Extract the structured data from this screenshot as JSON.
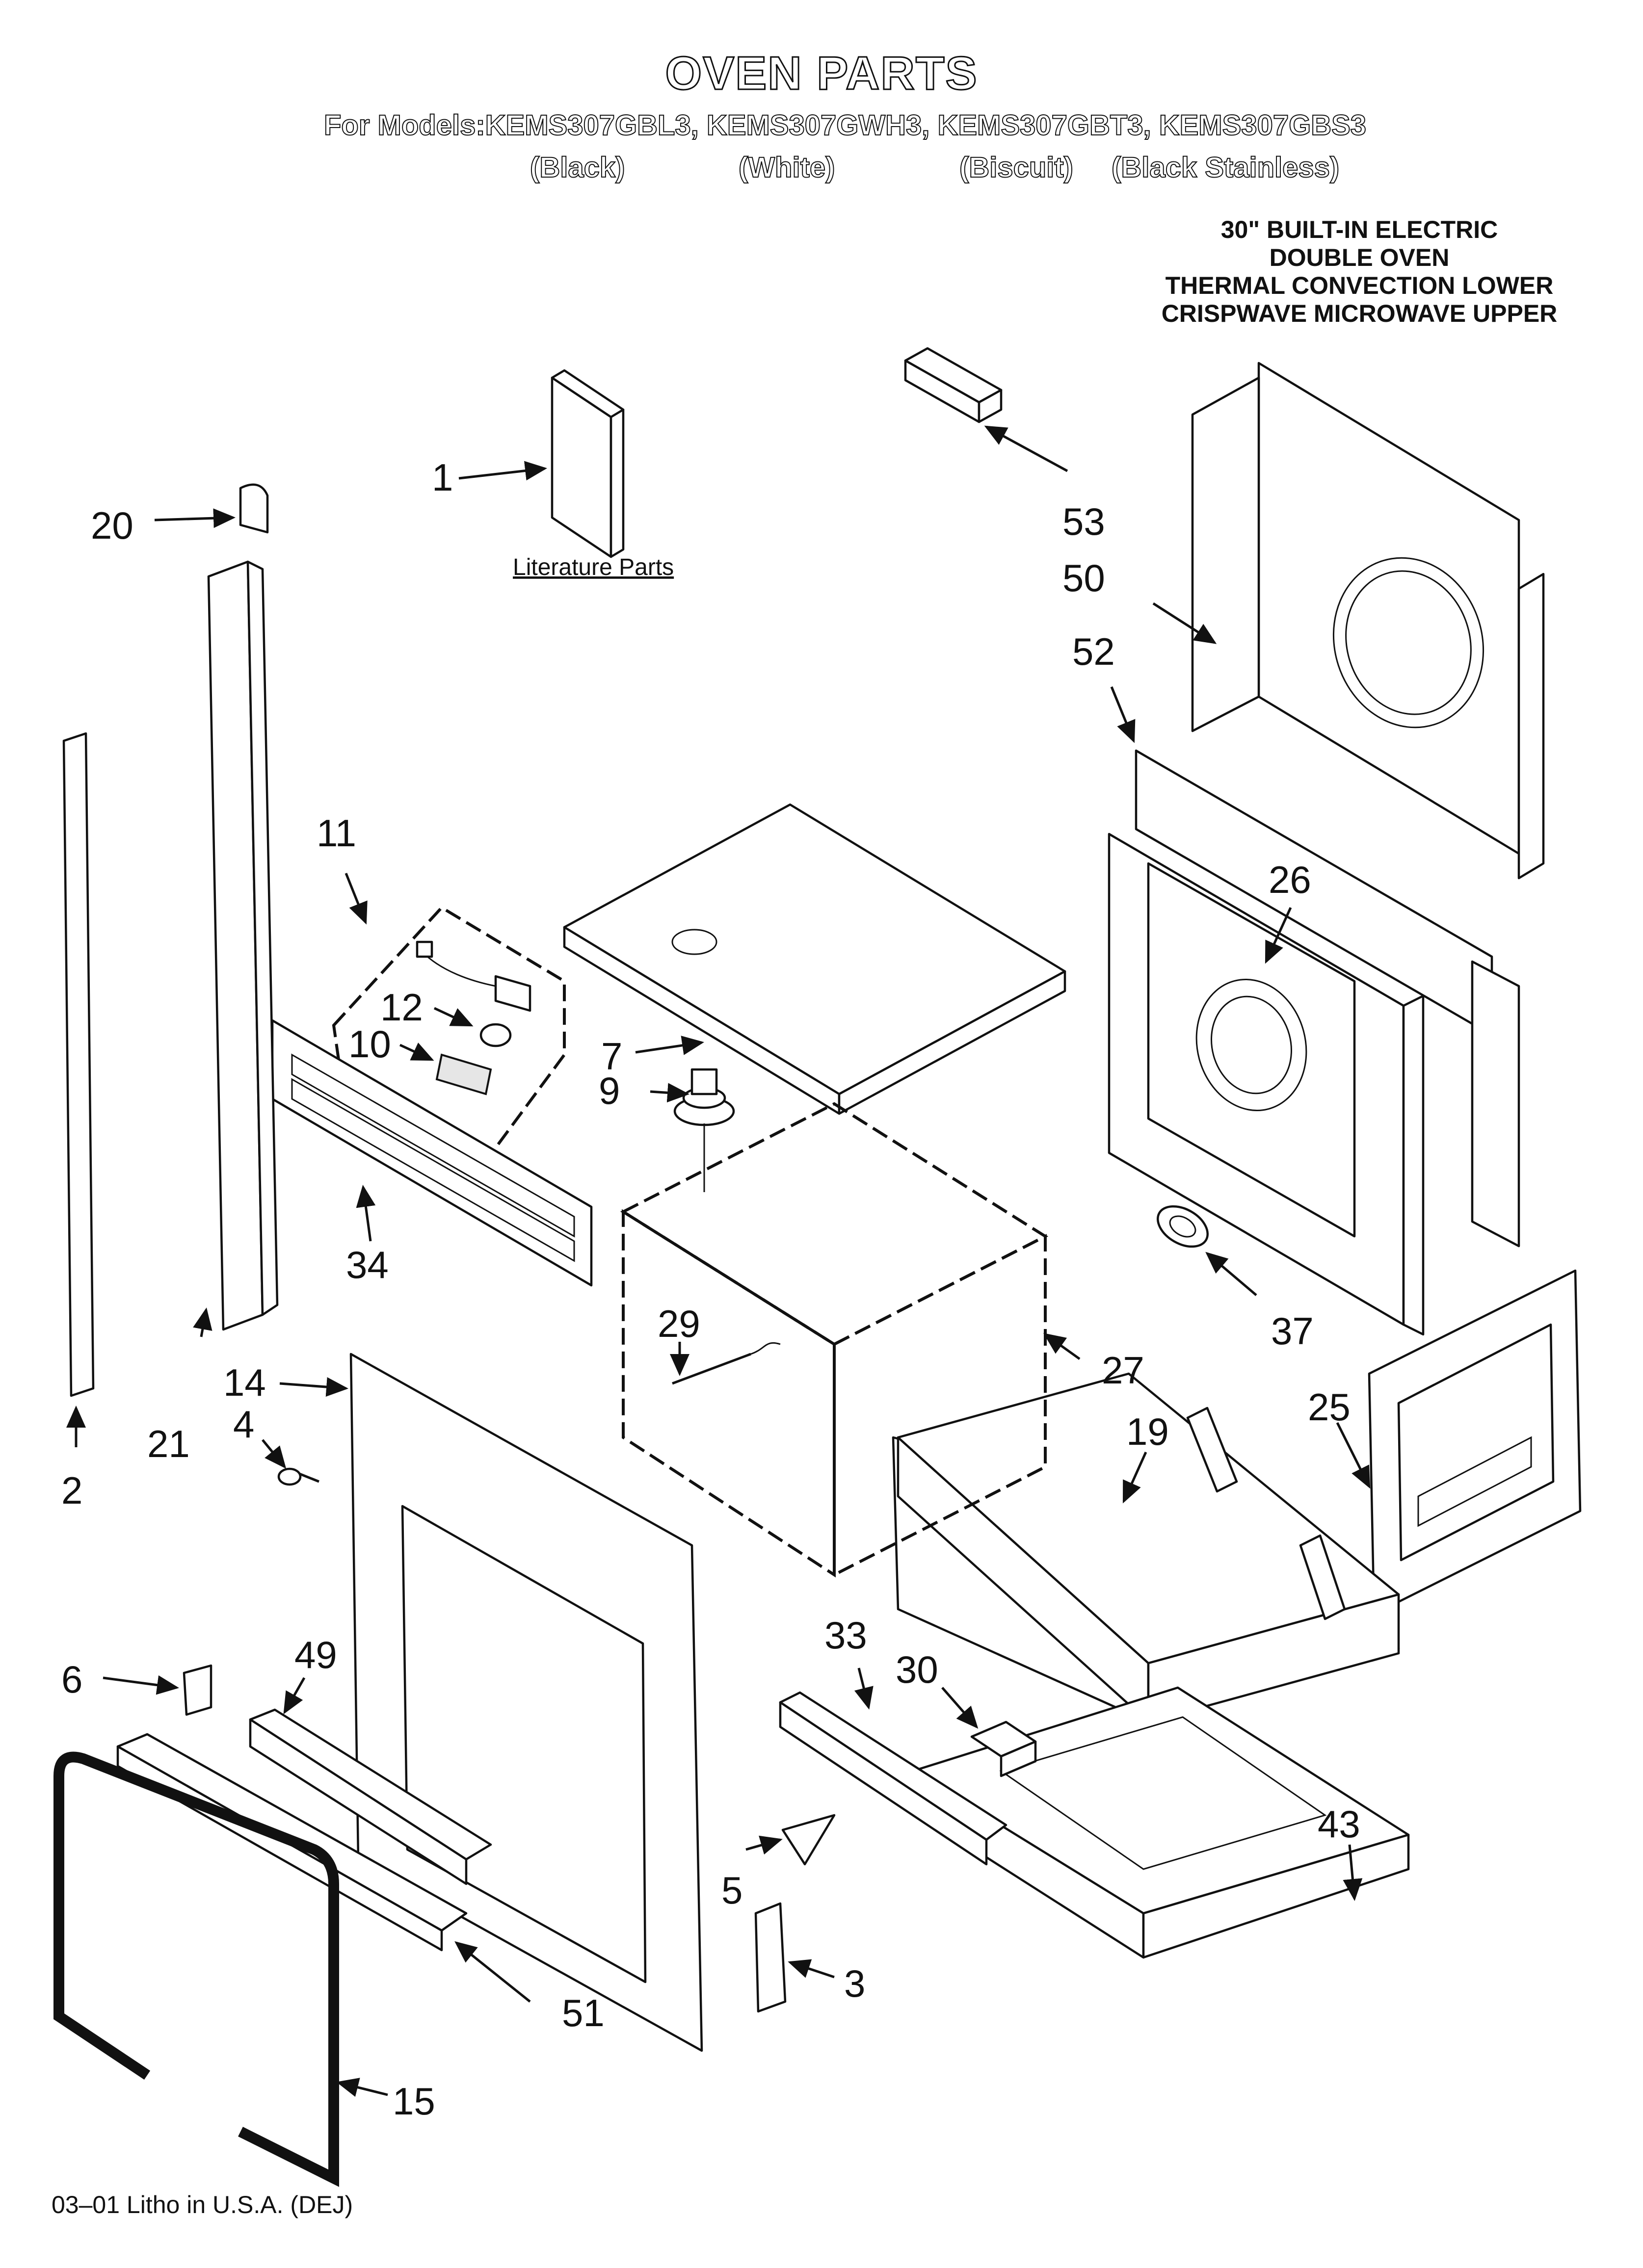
{
  "header": {
    "title": "OVEN PARTS",
    "models_line": "For Models:KEMS307GBL3, KEMS307GWH3, KEMS307GBT3, KEMS307GBS3",
    "colors": [
      "(Black)",
      "(White)",
      "(Biscuit)",
      "(Black Stainless)"
    ]
  },
  "description": [
    "30\" BUILT-IN ELECTRIC",
    "DOUBLE OVEN",
    "THERMAL CONVECTION LOWER",
    "CRISPWAVE MICROWAVE UPPER"
  ],
  "literature_label": "Literature Parts",
  "callouts": {
    "c1": "1",
    "c2": "2",
    "c3": "3",
    "c4": "4",
    "c5": "5",
    "c6": "6",
    "c7": "7",
    "c9": "9",
    "c10": "10",
    "c11": "11",
    "c12": "12",
    "c14": "14",
    "c15": "15",
    "c19": "19",
    "c20": "20",
    "c21": "21",
    "c25": "25",
    "c26": "26",
    "c27": "27",
    "c29": "29",
    "c30": "30",
    "c33": "33",
    "c34": "34",
    "c37": "37",
    "c43": "43",
    "c49": "49",
    "c50": "50",
    "c51": "51",
    "c52": "52",
    "c53": "53"
  },
  "footer": "03–01 Litho in U.S.A. (DEJ)"
}
